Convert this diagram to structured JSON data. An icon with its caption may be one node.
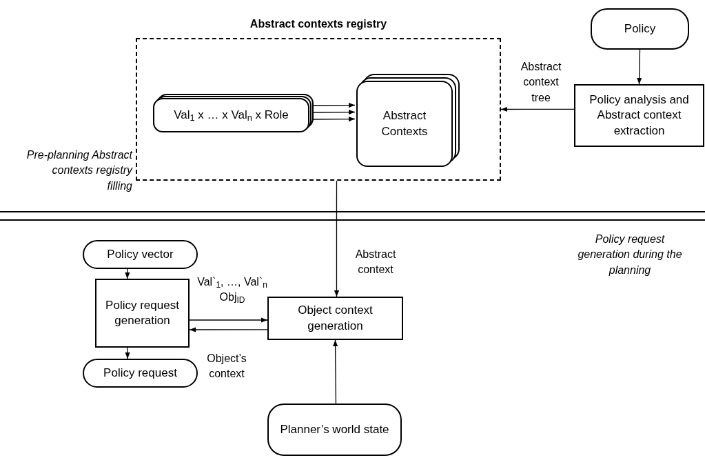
{
  "diagram": {
    "nodes": [
      {
        "text": [
          "Abstract contexts registry"
        ]
      },
      {
        "text": [
          "Val$_{1}$ x … x Val$_{n}$ x Role"
        ],
        "in": 0
      },
      {
        "text": [
          "Abstract Contexts"
        ],
        "in": 0
      },
      {
        "text": [
          "Policy"
        ]
      },
      {
        "text": [
          "Policy analysis and Abstract context extraction"
        ]
      },
      {
        "text": [
          "Policy vector"
        ]
      },
      {
        "text": [
          "Policy request generation"
        ]
      },
      {
        "text": [
          "Object context generation"
        ]
      },
      {
        "text": [
          "Policy request"
        ]
      },
      {
        "text": [
          "Planner’s world state"
        ]
      }
    ],
    "edges": [
      {
        "from": 1,
        "to": 2,
        "arrow": "to"
      },
      {
        "from": 1,
        "to": 2,
        "arrow": "to"
      },
      {
        "from": 1,
        "to": 2,
        "arrow": "to"
      },
      {
        "from": 3,
        "to": 4,
        "arrow": "to"
      },
      {
        "from": 4,
        "to": 0,
        "arrow": "to",
        "label": "Abstract context tree"
      },
      {
        "from": 0,
        "to": 7,
        "arrow": "to",
        "label": "Abstract context"
      },
      {
        "from": 5,
        "to": 6,
        "arrow": "to"
      },
      {
        "from": 6,
        "to": 7,
        "arrow": "to",
        "label": "Val`$_{1}$, …, Val`$_{n}$ Obj$_{ID}$"
      },
      {
        "from": 7,
        "to": 6,
        "arrow": "to",
        "label": "Object’s context"
      },
      {
        "from": 6,
        "to": 8,
        "arrow": "to"
      },
      {
        "from": 9,
        "to": 7,
        "arrow": "to"
      }
    ],
    "labels": [
      "Pre-planning Abstract contexts registry filling",
      "Policy request generation during the planning"
    ]
  }
}
